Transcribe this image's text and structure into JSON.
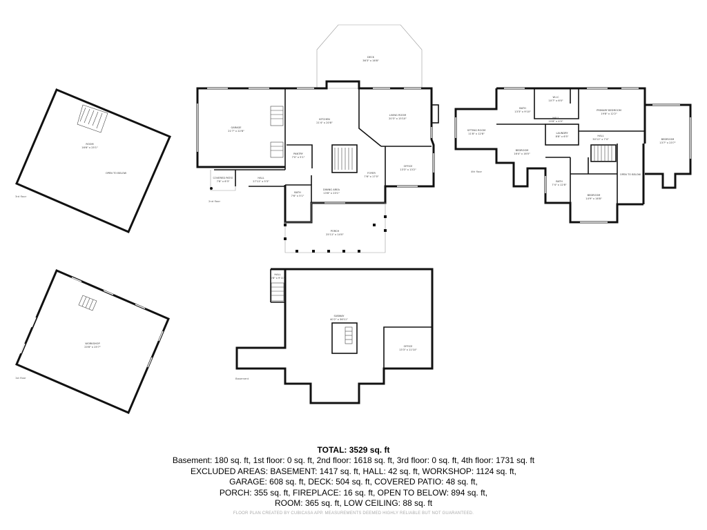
{
  "diagram": {
    "floors": {
      "third": "3rd floor",
      "first": "1st floor",
      "second": "2nd floor",
      "fourth": "4th floor",
      "basement": "Basement"
    },
    "rooms": {
      "room3": {
        "name": "ROOM",
        "dims": "16'6\" x 25'1\""
      },
      "open3": {
        "name": "OPEN TO BELOW"
      },
      "workshop": {
        "name": "WORKSHOP",
        "dims": "20'8\" x 25'7\""
      },
      "deck": {
        "name": "DECK",
        "dims": "36'3\" x 16'8\""
      },
      "garage": {
        "name": "GARAGE",
        "dims": "21'7\" x 22'8\""
      },
      "kitchen": {
        "name": "KITCHEN",
        "dims": "21'4\" x 20'8\""
      },
      "living": {
        "name": "LIVING ROOM",
        "dims": "20'3\" x 15'10\""
      },
      "pantry": {
        "name": "PANTRY",
        "dims": "7'0\" x 5'1\""
      },
      "foyer": {
        "name": "FOYER",
        "dims": "7'6\" x 17'0\""
      },
      "office2": {
        "name": "OFFICE",
        "dims": "13'3\" x 13'2\""
      },
      "coveredpatio": {
        "name": "COVERED PATIO",
        "dims": "7'8\" x 6'3\""
      },
      "hall2": {
        "name": "HALL",
        "dims": "27'11\" x 5'3\""
      },
      "bath2": {
        "name": "BATH",
        "dims": "7'6\" x 5'1\""
      },
      "dining": {
        "name": "DINING AREA",
        "dims": "13'8\" x 23'1\""
      },
      "porch": {
        "name": "PORCH",
        "dims": "25'11\" x 14'0\""
      },
      "bath4a": {
        "name": "BATH",
        "dims": "13'3\" x 9'10\""
      },
      "wic": {
        "name": "W.I.C",
        "dims": "10'7\" x 6'0\""
      },
      "hall4a": {
        "name": "HALL",
        "dims": "10'8\" x 4'0\""
      },
      "primary": {
        "name": "PRIMARY BEDROOM",
        "dims": "19'8\" x 12'2\""
      },
      "sitting": {
        "name": "SITTING ROOM",
        "dims": "11'8\" x 12'8\""
      },
      "laundry": {
        "name": "LAUNDRY",
        "dims": "8'8\" x 6'5\""
      },
      "hall4b": {
        "name": "HALL",
        "dims": "30'11\" x 7'4\""
      },
      "bedroom4a": {
        "name": "BEDROOM",
        "dims": "13'7\" x 23'7\""
      },
      "bedroom4b": {
        "name": "BEDROOM",
        "dims": "16'4\" x 16'0\""
      },
      "bath4b": {
        "name": "BATH",
        "dims": "7'4\" x 12'8\""
      },
      "open4": {
        "name": "OPEN TO BELOW"
      },
      "bedroom4c": {
        "name": "BEDROOM",
        "dims": "14'9\" x 16'8\""
      },
      "hallb": {
        "name": "HALL",
        "dims": "3'8\" x 9'11\""
      },
      "subway": {
        "name": "SUBWAY",
        "dims": "40'2\" x 36'11\""
      },
      "officeb": {
        "name": "OFFICE",
        "dims": "13'3\" x 11'10\""
      }
    }
  },
  "summary": {
    "total": "TOTAL: 3529 sq. ft",
    "lines": [
      "Basement: 180 sq. ft, 1st floor: 0 sq. ft, 2nd floor: 1618 sq. ft, 3rd floor: 0 sq. ft, 4th floor: 1731 sq. ft",
      "EXCLUDED AREAS: BASEMENT: 1417 sq. ft, HALL: 42 sq. ft, WORKSHOP: 1124 sq. ft,",
      "GARAGE: 608 sq. ft, DECK: 504 sq. ft, COVERED PATIO: 48 sq. ft,",
      "PORCH: 355 sq. ft, FIREPLACE: 16 sq. ft, OPEN TO BELOW: 894 sq. ft,",
      "ROOM: 365 sq. ft, LOW CEILING: 88 sq. ft"
    ],
    "footer": "FLOOR PLAN CREATED BY CUBICASA APP. MEASUREMENTS DEEMED HIGHLY RELIABLE BUT NOT GUARANTEED."
  }
}
